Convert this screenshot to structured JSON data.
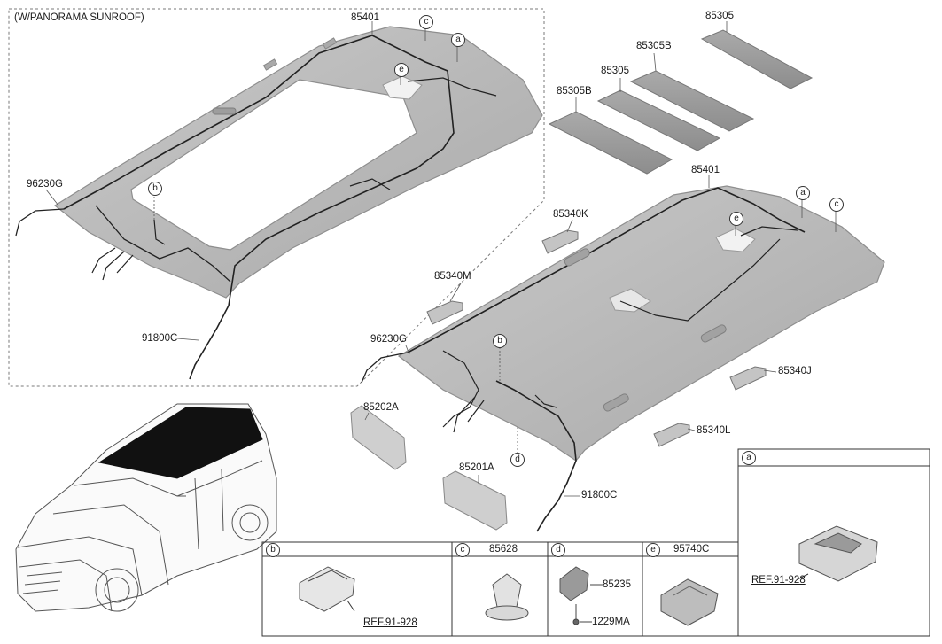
{
  "variant_note": "(W/PANORAMA SUNROOF)",
  "part_labels": {
    "headlining_sunroof": "85401",
    "headlining_std": "85401",
    "wiring_front_sunroof": "96230G",
    "wiring_front_std": "96230G",
    "wiring_rear_sunroof": "91800C",
    "wiring_rear_std": "91800C",
    "pad_a": "85305B",
    "pad_b": "85305",
    "pad_c": "85305B",
    "pad_d": "85305",
    "handle_k": "85340K",
    "handle_m": "85340M",
    "handle_j": "85340J",
    "handle_l": "85340L",
    "visor_lh": "85202A",
    "visor_rh": "85201A"
  },
  "callouts": {
    "a": "a",
    "b": "b",
    "c": "c",
    "d": "d",
    "e": "e"
  },
  "detail_boxes": {
    "a": {
      "letter": "a",
      "part": "",
      "ref": "REF.91-928"
    },
    "b": {
      "letter": "b",
      "part": "",
      "ref": "REF.91-928"
    },
    "c": {
      "letter": "c",
      "part": "85628"
    },
    "d": {
      "letter": "d",
      "part": "85235",
      "part2": "1229MA"
    },
    "e": {
      "letter": "e",
      "part": "95740C"
    }
  },
  "colors": {
    "headliner": "#b9b9b9",
    "headliner_edge": "#8e8e8e",
    "pad": "#9c9c9c",
    "wire": "#222222",
    "dashed": "#777777",
    "car_roof": "#111111"
  }
}
